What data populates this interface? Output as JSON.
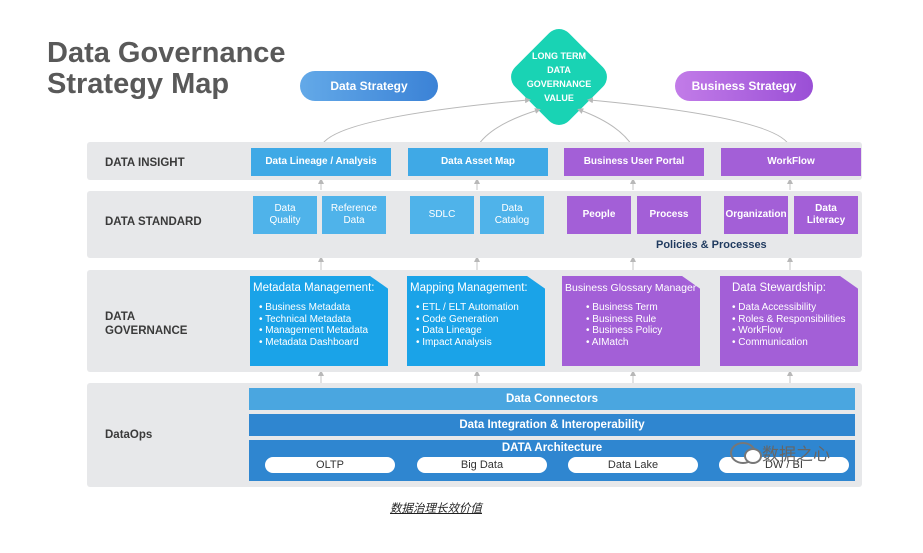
{
  "title": {
    "line1": "Data Governance",
    "line2": "Strategy Map"
  },
  "top": {
    "data_strategy": "Data Strategy",
    "business_strategy": "Business Strategy",
    "value": {
      "line1": "LONG TERM",
      "line2": "DATA",
      "line3": "GOVERNANCE",
      "line4": "VALUE"
    }
  },
  "layers": {
    "insight": {
      "label": "DATA INSIGHT",
      "boxes": [
        "Data Lineage / Analysis",
        "Data Asset Map",
        "Business User Portal",
        "WorkFlow"
      ]
    },
    "standard": {
      "label": "DATA STANDARD",
      "boxes": [
        "Data Quality",
        "Reference Data",
        "SDLC",
        "Data Catalog",
        "People",
        "Process",
        "Organization",
        "Data Literacy"
      ],
      "policies": "Policies & Processes"
    },
    "governance": {
      "label_line1": "DATA",
      "label_line2": "GOVERNANCE",
      "cards": [
        {
          "title": "Metadata Management:",
          "items": [
            "Business Metadata",
            "Technical Metadata",
            "Management Metadata",
            "Metadata Dashboard"
          ]
        },
        {
          "title": "Mapping Management:",
          "items": [
            "ETL / ELT Automation",
            "Code Generation",
            "Data Lineage",
            "Impact Analysis"
          ]
        },
        {
          "title": "Business Glossary Manager",
          "items": [
            "Business Term",
            "Business Rule",
            "Business Policy",
            "AIMatch"
          ]
        },
        {
          "title": "Data Stewardship:",
          "items": [
            "Data Accessibility",
            "Roles & Responsibilities",
            "WorkFlow",
            "Communication"
          ]
        }
      ]
    },
    "dataops": {
      "label": "DataOps",
      "connectors": "Data Connectors",
      "integration": "Data Integration & Interoperability",
      "architecture": "DATA Architecture",
      "items": [
        "OLTP",
        "Big Data",
        "Data Lake",
        "DW / BI"
      ]
    }
  },
  "caption": "数据治理长效价值",
  "watermark": "数据之心",
  "colors": {
    "blue": "#3fa9e6",
    "purple": "#a35fd7",
    "teal": "#19d3b4",
    "band": "#e7e8ea"
  }
}
